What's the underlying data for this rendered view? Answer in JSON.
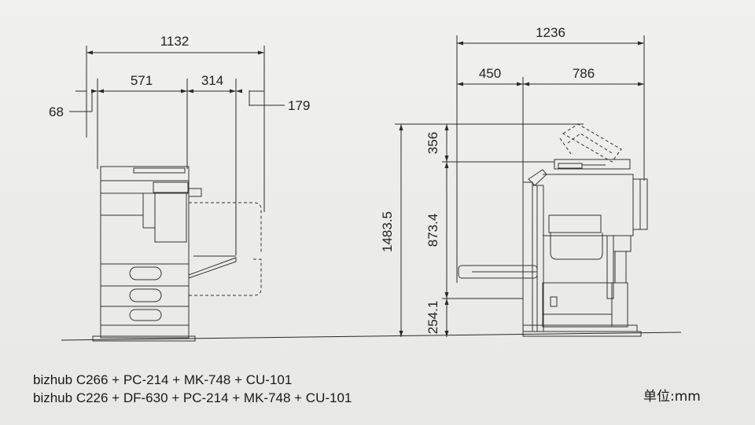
{
  "dimensions": {
    "front": {
      "total_width": "1132",
      "left_offset": "68",
      "main_body": "571",
      "finisher": "314",
      "right_offset": "179"
    },
    "side": {
      "total_depth": "1236",
      "front_depth": "450",
      "rear_depth": "786",
      "total_height": "1483.5",
      "document_feeder_open": "356",
      "body_height": "873.4",
      "base_height": "254.1"
    }
  },
  "captions": [
    "bizhub C266 + PC-214 + MK-748 + CU-101",
    "bizhub C226 + DF-630 + PC-214 + MK-748 + CU-101"
  ],
  "unit_label": "单位:mm"
}
